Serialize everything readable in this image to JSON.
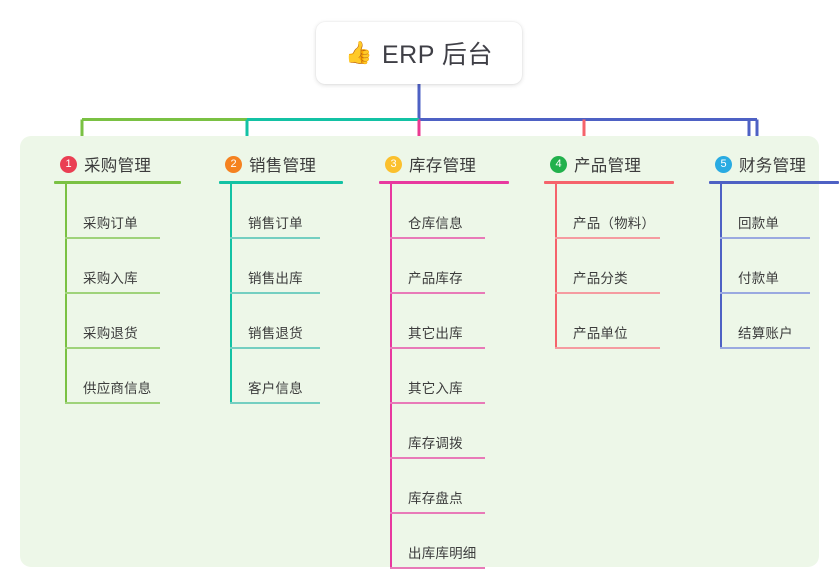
{
  "root": {
    "emoji": "👍",
    "icon_name": "thumbs-up-icon",
    "title": "ERP 后台"
  },
  "theme": {
    "page_background": "#ffffff",
    "panel_background": "#edf7e8",
    "card_background": "#ffffff",
    "text_color": "#3c3c3c",
    "trunk_color": "#4e61c4"
  },
  "connector_bar": {
    "segments": [
      {
        "name": "green-segment",
        "color": "#7ac143"
      },
      {
        "name": "teal-segment",
        "color": "#13c2a4"
      },
      {
        "name": "blue-segment",
        "color": "#4e61c4"
      }
    ]
  },
  "columns": [
    {
      "number": "1",
      "title": "采购管理",
      "badge_color": "#ea3f53",
      "line_color": "#7ac143",
      "leaf_line_color": "#9fd37a",
      "drop_color": "#7ac143",
      "items": [
        "采购订单",
        "采购入库",
        "采购退货",
        "供应商信息"
      ]
    },
    {
      "number": "2",
      "title": "销售管理",
      "badge_color": "#f58220",
      "line_color": "#13c2a4",
      "leaf_line_color": "#74cfc1",
      "drop_color": "#13c2a4",
      "items": [
        "销售订单",
        "销售出库",
        "销售退货",
        "客户信息"
      ]
    },
    {
      "number": "3",
      "title": "库存管理",
      "badge_color": "#fbc02d",
      "line_color": "#e8399f",
      "leaf_line_color": "#e87ab8",
      "drop_color": "#ea3b92",
      "items": [
        "仓库信息",
        "产品库存",
        "其它出库",
        "其它入库",
        "库存调拨",
        "库存盘点",
        "出库库明细"
      ]
    },
    {
      "number": "4",
      "title": "产品管理",
      "badge_color": "#22b14c",
      "line_color": "#f5636b",
      "leaf_line_color": "#f59ba0",
      "drop_color": "#f5636b",
      "items": [
        "产品（物料）",
        "产品分类",
        "产品单位"
      ]
    },
    {
      "number": "5",
      "title": "财务管理",
      "badge_color": "#29abe2",
      "line_color": "#4e61c4",
      "leaf_line_color": "#9aa9e0",
      "drop_color": "#4e61c4",
      "items": [
        "回款单",
        "付款单",
        "结算账户"
      ]
    }
  ]
}
